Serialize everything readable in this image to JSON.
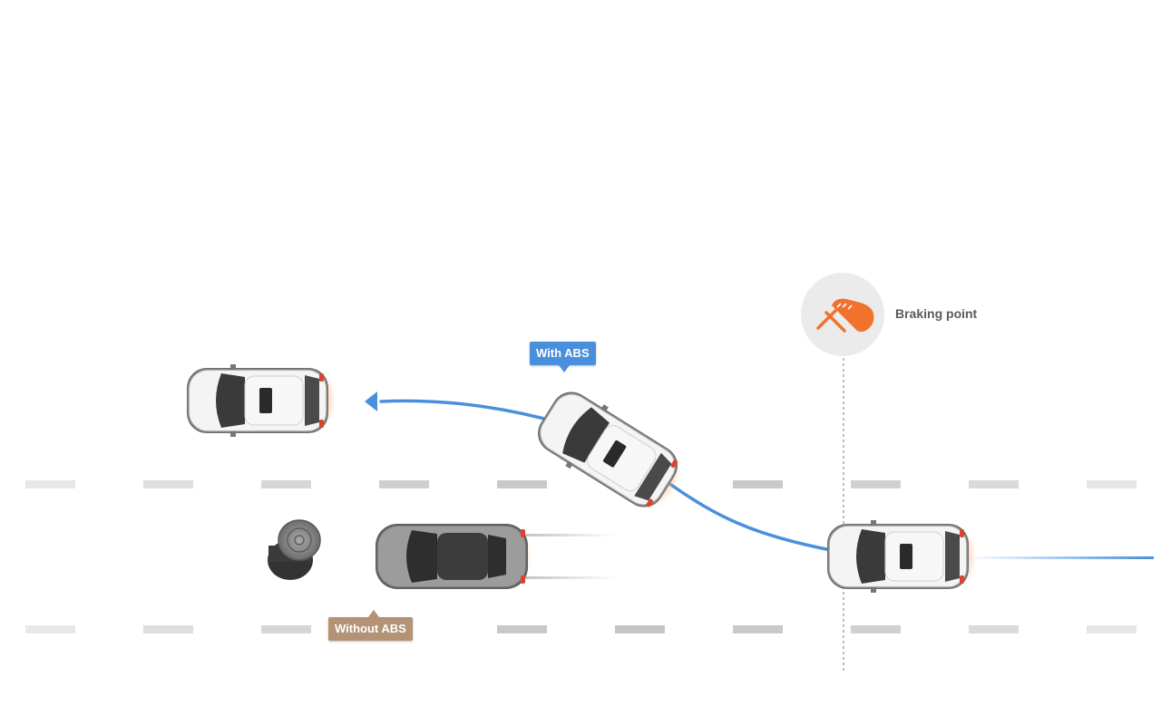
{
  "labels": {
    "with_abs": "With ABS",
    "without_abs": "Without ABS",
    "braking_point": "Braking point"
  },
  "colors": {
    "with_abs": "#4a8fdb",
    "without_abs": "#b39275",
    "brake_icon": "#f0722d",
    "lane_marking": "#d4d4d4"
  },
  "icons": [
    "brake-pedal-icon",
    "arrow-left-icon",
    "manhole-obstacle"
  ]
}
